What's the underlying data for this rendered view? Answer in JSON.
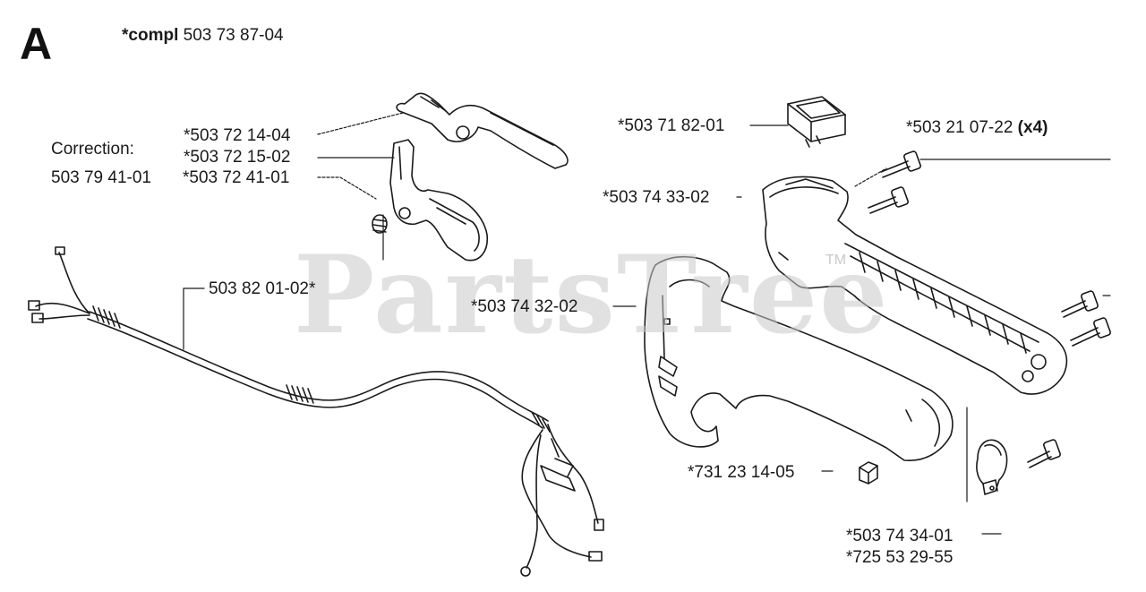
{
  "section_letter": "A",
  "kit": {
    "prefix": "*compl",
    "number": "503 73 87-04"
  },
  "correction": {
    "label": "Correction:",
    "number": "503 79 41-01"
  },
  "parts": {
    "throttle_trigger": "*503 72 14-04",
    "trigger_lever": "*503 72 15-02",
    "lockout": "*503 72 41-01",
    "wire_harness": "503 82 01-02*",
    "stop_switch": "*503 71 82-01",
    "screw": "*503 21 07-22",
    "screw_qty": "(x4)",
    "handle_half_right": "*503 74 33-02",
    "handle_half_left": "*503 74 32-02",
    "nut": "*731 23 14-05",
    "clamp": "*503 74 34-01",
    "clamp_screw": "*725 53 29-55"
  },
  "watermark": {
    "text": "PartsTree",
    "mark": "TM"
  },
  "colors": {
    "ink": "#1a1a1a",
    "watermark": "#c9c9c9"
  }
}
